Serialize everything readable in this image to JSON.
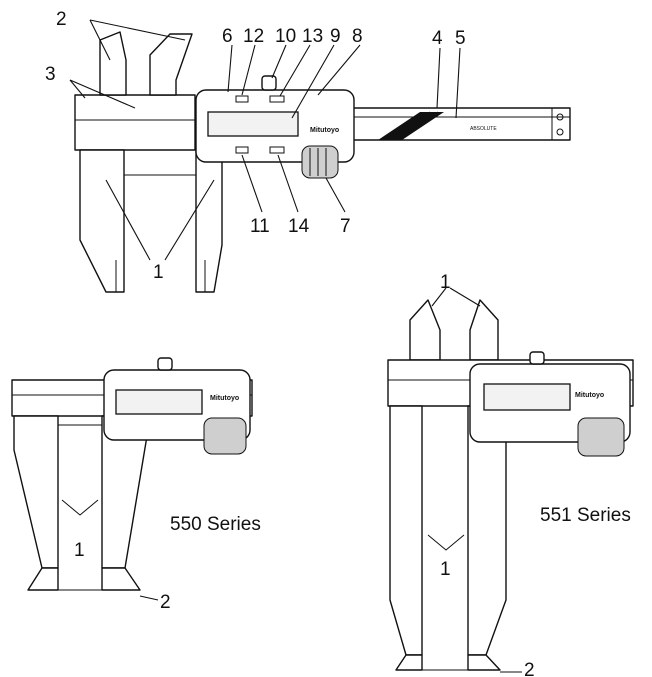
{
  "callouts": {
    "n1": "1",
    "n2": "2",
    "n3": "3",
    "n4": "4",
    "n5": "5",
    "n6": "6",
    "n7": "7",
    "n8": "8",
    "n9": "9",
    "n10": "10",
    "n11": "11",
    "n12": "12",
    "n13": "13",
    "n14": "14"
  },
  "series": {
    "s550": "550 Series",
    "s551": "551 Series"
  },
  "branding": {
    "logo": "Mitutoyo",
    "scale_mark": "ABSOLUTE"
  }
}
